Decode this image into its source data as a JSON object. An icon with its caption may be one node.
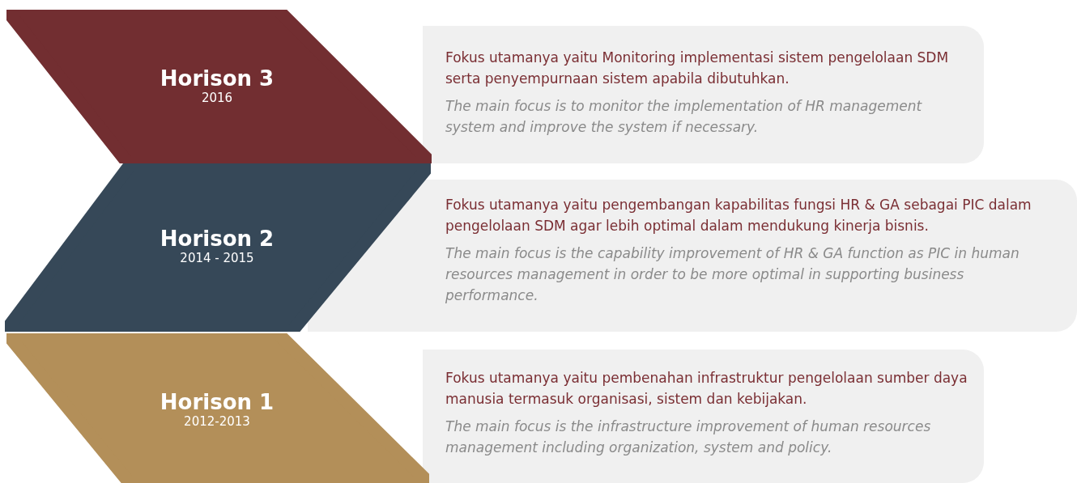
{
  "diagram": {
    "nodes": [
      {
        "text": [
          "Horison 3",
          "2016"
        ]
      },
      {
        "text": [
          "Fokus utamanya yaitu Monitoring implementasi sistem pengelolaan SDM serta penyempurnaan sistem apabila dibutuhkan.",
          "The main focus is to monitor the implementation of HR management system and improve the system if necessary."
        ]
      },
      {
        "text": [
          "Horison 2",
          "2014 - 2015"
        ]
      },
      {
        "text": [
          "Fokus utamanya yaitu pengembangan kapabilitas fungsi HR & GA sebagai PIC dalam pengelolaan SDM agar lebih optimal dalam mendukung kinerja bisnis.",
          "The main focus is the capability improvement of HR & GA function as PIC in human resources management in order to be more optimal in supporting business performance."
        ]
      },
      {
        "text": [
          "Horison 1",
          "2012-2013"
        ]
      },
      {
        "text": [
          "Fokus utamanya yaitu pembenahan infrastruktur pengelolaan sumber daya manusia termasuk organisasi, sistem dan kebijakan.",
          "The main focus is the infrastructure improvement of human resources management including organization, system and policy."
        ]
      }
    ]
  }
}
